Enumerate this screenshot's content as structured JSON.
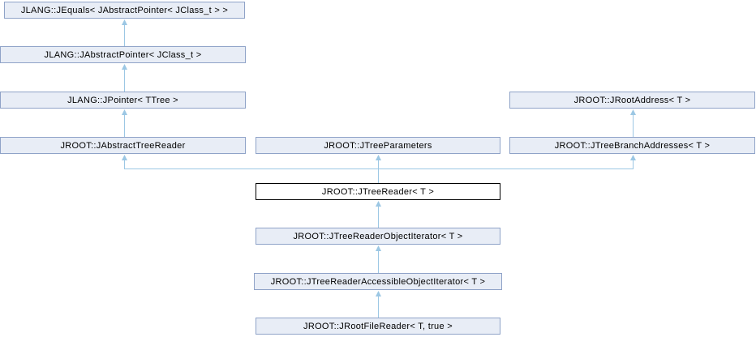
{
  "colors": {
    "background": "#ffffff",
    "node_fill": "#e8edf6",
    "node_border": "#8fa3c8",
    "main_node_fill": "#ffffff",
    "main_node_border": "#000000",
    "arrow": "#9cc7e4",
    "text": "#000000"
  },
  "diagram": {
    "type": "class-inheritance-graph",
    "nodes": [
      {
        "label": "JLANG::JEquals< JAbstractPointer< JClass_t > >",
        "main": false
      },
      {
        "label": "JLANG::JAbstractPointer< JClass_t >",
        "main": false
      },
      {
        "label": "JLANG::JPointer< TTree >",
        "main": false
      },
      {
        "label": "JROOT::JAbstractTreeReader",
        "main": false
      },
      {
        "label": "JROOT::JTreeParameters",
        "main": false
      },
      {
        "label": "JROOT::JRootAddress< T >",
        "main": false
      },
      {
        "label": "JROOT::JTreeBranchAddresses< T >",
        "main": false
      },
      {
        "label": "JROOT::JTreeReader< T >",
        "main": true
      },
      {
        "label": "JROOT::JTreeReaderObjectIterator< T >",
        "main": false
      },
      {
        "label": "JROOT::JTreeReaderAccessibleObjectIterator< T >",
        "main": false
      },
      {
        "label": "JROOT::JRootFileReader< T, true >",
        "main": false
      }
    ],
    "edges": [
      {
        "child": "JLANG::JAbstractPointer< JClass_t >",
        "parent": "JLANG::JEquals< JAbstractPointer< JClass_t > >"
      },
      {
        "child": "JLANG::JPointer< TTree >",
        "parent": "JLANG::JAbstractPointer< JClass_t >"
      },
      {
        "child": "JROOT::JAbstractTreeReader",
        "parent": "JLANG::JPointer< TTree >"
      },
      {
        "child": "JROOT::JTreeBranchAddresses< T >",
        "parent": "JROOT::JRootAddress< T >"
      },
      {
        "child": "JROOT::JTreeReader< T >",
        "parent": "JROOT::JAbstractTreeReader"
      },
      {
        "child": "JROOT::JTreeReader< T >",
        "parent": "JROOT::JTreeParameters"
      },
      {
        "child": "JROOT::JTreeReader< T >",
        "parent": "JROOT::JTreeBranchAddresses< T >"
      },
      {
        "child": "JROOT::JTreeReaderObjectIterator< T >",
        "parent": "JROOT::JTreeReader< T >"
      },
      {
        "child": "JROOT::JTreeReaderAccessibleObjectIterator< T >",
        "parent": "JROOT::JTreeReaderObjectIterator< T >"
      },
      {
        "child": "JROOT::JRootFileReader< T, true >",
        "parent": "JROOT::JTreeReaderAccessibleObjectIterator< T >"
      }
    ]
  }
}
